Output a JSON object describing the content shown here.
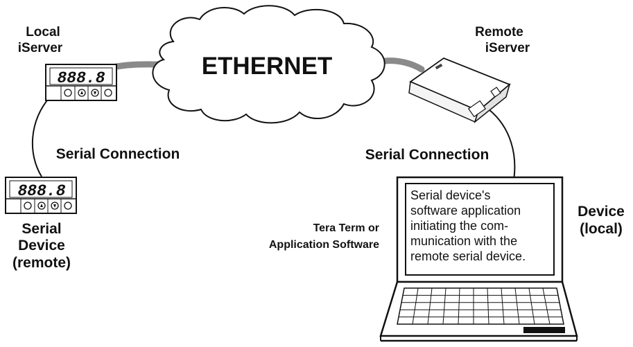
{
  "labels": {
    "local_iserver": [
      "Local",
      "iServer"
    ],
    "remote_iserver": [
      "Remote",
      "iServer"
    ],
    "ethernet": "ETHERNET",
    "serial_connection_left": "Serial Connection",
    "serial_connection_right": "Serial Connection",
    "serial_device": [
      "Serial",
      "Device",
      "(remote)"
    ],
    "tera_term": [
      "Tera Term or",
      "Application Software"
    ],
    "device_local": [
      "Device",
      "(local)"
    ]
  },
  "screen_text": [
    "Serial device's",
    "software application",
    "initiating the com-",
    "munication with the",
    "remote serial device."
  ],
  "meter_display": "888.8",
  "colors": {
    "ink": "#111111",
    "cable": "#8a8a8a",
    "background": "#ffffff"
  }
}
